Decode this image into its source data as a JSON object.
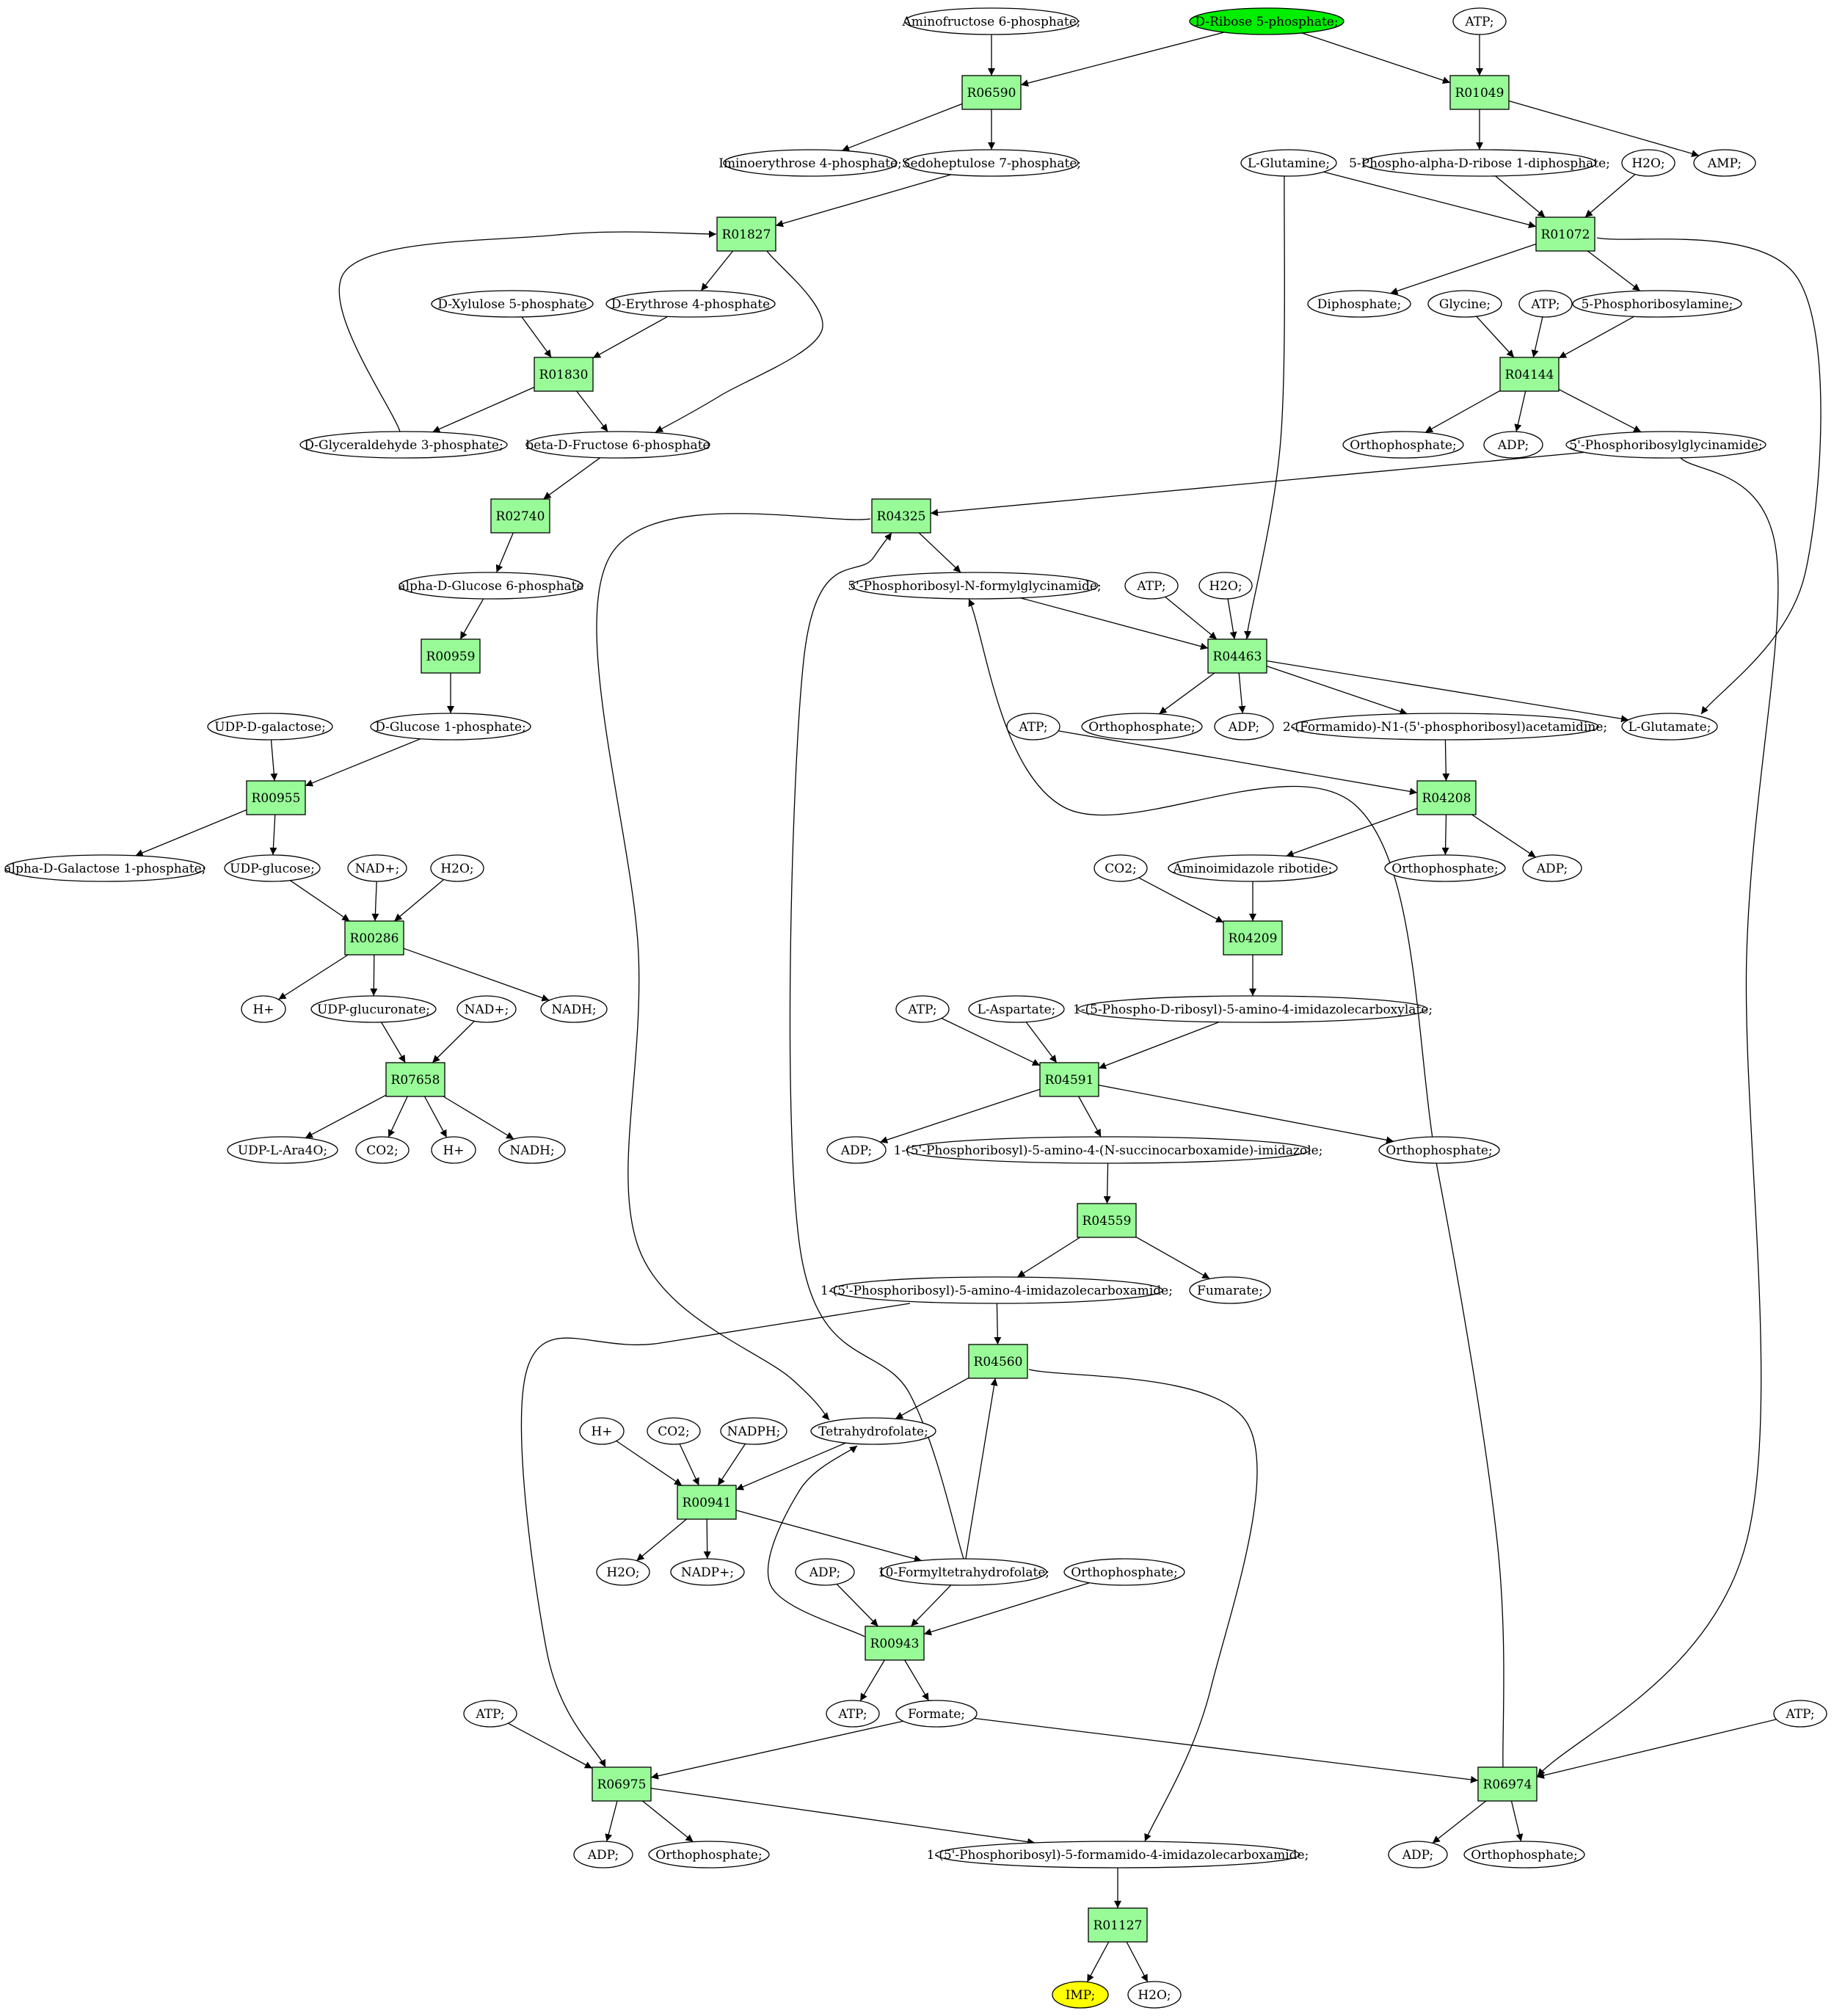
{
  "colors": {
    "reaction_fill": "#98fb98",
    "compound_fill": "#ffffff",
    "start_fill": "#00ee00",
    "end_fill": "#ffff00",
    "stroke": "#000000"
  },
  "nodes": [
    {
      "id": "c_amf6p",
      "label": "Aminofructose 6-phosphate;",
      "kind": "compound"
    },
    {
      "id": "c_r5p",
      "label": "D-Ribose 5-phosphate;",
      "kind": "start"
    },
    {
      "id": "c_atp_top",
      "label": "ATP;",
      "kind": "compound"
    },
    {
      "id": "r_R06590",
      "label": "R06590",
      "kind": "reaction"
    },
    {
      "id": "r_R01049",
      "label": "R01049",
      "kind": "reaction"
    },
    {
      "id": "c_ie4p",
      "label": "Iminoerythrose 4-phosphate;",
      "kind": "compound"
    },
    {
      "id": "c_s7p",
      "label": "Sedoheptulose 7-phosphate;",
      "kind": "compound"
    },
    {
      "id": "c_lgln",
      "label": "L-Glutamine;",
      "kind": "compound"
    },
    {
      "id": "c_prpp",
      "label": "5-Phospho-alpha-D-ribose 1-diphosphate;",
      "kind": "compound"
    },
    {
      "id": "c_h2o_1072",
      "label": "H2O;",
      "kind": "compound"
    },
    {
      "id": "c_amp",
      "label": "AMP;",
      "kind": "compound"
    },
    {
      "id": "r_R01827",
      "label": "R01827",
      "kind": "reaction"
    },
    {
      "id": "r_R01072",
      "label": "R01072",
      "kind": "reaction"
    },
    {
      "id": "c_x5p",
      "label": "D-Xylulose 5-phosphate",
      "kind": "compound"
    },
    {
      "id": "c_e4p",
      "label": "D-Erythrose 4-phosphate",
      "kind": "compound"
    },
    {
      "id": "c_diphos",
      "label": "Diphosphate;",
      "kind": "compound"
    },
    {
      "id": "c_gly",
      "label": "Glycine;",
      "kind": "compound"
    },
    {
      "id": "c_atp_4144",
      "label": "ATP;",
      "kind": "compound"
    },
    {
      "id": "c_pra",
      "label": "5-Phosphoribosylamine;",
      "kind": "compound"
    },
    {
      "id": "r_R01830",
      "label": "R01830",
      "kind": "reaction"
    },
    {
      "id": "r_R04144",
      "label": "R04144",
      "kind": "reaction"
    },
    {
      "id": "c_g3p",
      "label": "D-Glyceraldehyde 3-phosphate;",
      "kind": "compound"
    },
    {
      "id": "c_f6p",
      "label": "beta-D-Fructose 6-phosphate",
      "kind": "compound"
    },
    {
      "id": "c_pi_4144",
      "label": "Orthophosphate;",
      "kind": "compound"
    },
    {
      "id": "c_adp_4144",
      "label": "ADP;",
      "kind": "compound"
    },
    {
      "id": "c_gar",
      "label": "5'-Phosphoribosylglycinamide;",
      "kind": "compound"
    },
    {
      "id": "r_R02740",
      "label": "R02740",
      "kind": "reaction"
    },
    {
      "id": "r_R04325",
      "label": "R04325",
      "kind": "reaction"
    },
    {
      "id": "c_g6p",
      "label": "alpha-D-Glucose 6-phosphate",
      "kind": "compound"
    },
    {
      "id": "c_fgar",
      "label": "5'-Phosphoribosyl-N-formylglycinamide;",
      "kind": "compound"
    },
    {
      "id": "c_atp_4463",
      "label": "ATP;",
      "kind": "compound"
    },
    {
      "id": "c_h2o_4463",
      "label": "H2O;",
      "kind": "compound"
    },
    {
      "id": "r_R00959",
      "label": "R00959",
      "kind": "reaction"
    },
    {
      "id": "r_R04463",
      "label": "R04463",
      "kind": "reaction"
    },
    {
      "id": "c_udpgal",
      "label": "UDP-D-galactose;",
      "kind": "compound"
    },
    {
      "id": "c_g1p",
      "label": "D-Glucose 1-phosphate;",
      "kind": "compound"
    },
    {
      "id": "c_pi_4463",
      "label": "Orthophosphate;",
      "kind": "compound"
    },
    {
      "id": "c_adp_4463",
      "label": "ADP;",
      "kind": "compound"
    },
    {
      "id": "c_fgam",
      "label": "2-(Formamido)-N1-(5'-phosphoribosyl)acetamidine;",
      "kind": "compound"
    },
    {
      "id": "c_lglu",
      "label": "L-Glutamate;",
      "kind": "compound"
    },
    {
      "id": "c_atp_4208",
      "label": "ATP;",
      "kind": "compound"
    },
    {
      "id": "r_R00955",
      "label": "R00955",
      "kind": "reaction"
    },
    {
      "id": "r_R04208",
      "label": "R04208",
      "kind": "reaction"
    },
    {
      "id": "c_gal1p",
      "label": "alpha-D-Galactose 1-phosphate;",
      "kind": "compound"
    },
    {
      "id": "c_udpglc",
      "label": "UDP-glucose;",
      "kind": "compound"
    },
    {
      "id": "c_nad_286",
      "label": "NAD+;",
      "kind": "compound"
    },
    {
      "id": "c_h2o_286",
      "label": "H2O;",
      "kind": "compound"
    },
    {
      "id": "c_co2_4209",
      "label": "CO2;",
      "kind": "compound"
    },
    {
      "id": "c_air",
      "label": "Aminoimidazole ribotide;",
      "kind": "compound"
    },
    {
      "id": "c_pi_4208",
      "label": "Orthophosphate;",
      "kind": "compound"
    },
    {
      "id": "c_adp_4208",
      "label": "ADP;",
      "kind": "compound"
    },
    {
      "id": "r_R00286",
      "label": "R00286",
      "kind": "reaction"
    },
    {
      "id": "r_R04209",
      "label": "R04209",
      "kind": "reaction"
    },
    {
      "id": "c_h_286",
      "label": "H+",
      "kind": "compound"
    },
    {
      "id": "c_udpgla",
      "label": "UDP-glucuronate;",
      "kind": "compound"
    },
    {
      "id": "c_nad_7658",
      "label": "NAD+;",
      "kind": "compound"
    },
    {
      "id": "c_nadh_286",
      "label": "NADH;",
      "kind": "compound"
    },
    {
      "id": "c_atp_4591",
      "label": "ATP;",
      "kind": "compound"
    },
    {
      "id": "c_asp",
      "label": "L-Aspartate;",
      "kind": "compound"
    },
    {
      "id": "c_cair",
      "label": "1-(5-Phospho-D-ribosyl)-5-amino-4-imidazolecarboxylate;",
      "kind": "compound"
    },
    {
      "id": "r_R07658",
      "label": "R07658",
      "kind": "reaction"
    },
    {
      "id": "r_R04591",
      "label": "R04591",
      "kind": "reaction"
    },
    {
      "id": "c_udpara",
      "label": "UDP-L-Ara4O;",
      "kind": "compound"
    },
    {
      "id": "c_co2_7658",
      "label": "CO2;",
      "kind": "compound"
    },
    {
      "id": "c_h_7658",
      "label": "H+",
      "kind": "compound"
    },
    {
      "id": "c_nadh_7658",
      "label": "NADH;",
      "kind": "compound"
    },
    {
      "id": "c_adp_4591",
      "label": "ADP;",
      "kind": "compound"
    },
    {
      "id": "c_saicar",
      "label": "1-(5'-Phosphoribosyl)-5-amino-4-(N-succinocarboxamide)-imidazole;",
      "kind": "compound"
    },
    {
      "id": "c_pi_4591",
      "label": "Orthophosphate;",
      "kind": "compound"
    },
    {
      "id": "r_R04559",
      "label": "R04559",
      "kind": "reaction"
    },
    {
      "id": "c_aicar",
      "label": "1-(5'-Phosphoribosyl)-5-amino-4-imidazolecarboxamide;",
      "kind": "compound"
    },
    {
      "id": "c_fum",
      "label": "Fumarate;",
      "kind": "compound"
    },
    {
      "id": "r_R04560",
      "label": "R04560",
      "kind": "reaction"
    },
    {
      "id": "c_h_941",
      "label": "H+",
      "kind": "compound"
    },
    {
      "id": "c_co2_941",
      "label": "CO2;",
      "kind": "compound"
    },
    {
      "id": "c_nadph",
      "label": "NADPH;",
      "kind": "compound"
    },
    {
      "id": "c_thf",
      "label": "Tetrahydrofolate;",
      "kind": "compound"
    },
    {
      "id": "r_R00941",
      "label": "R00941",
      "kind": "reaction"
    },
    {
      "id": "c_h2o_941",
      "label": "H2O;",
      "kind": "compound"
    },
    {
      "id": "c_nadp",
      "label": "NADP+;",
      "kind": "compound"
    },
    {
      "id": "c_adp_943",
      "label": "ADP;",
      "kind": "compound"
    },
    {
      "id": "c_10fthf",
      "label": "10-Formyltetrahydrofolate;",
      "kind": "compound"
    },
    {
      "id": "c_pi_943",
      "label": "Orthophosphate;",
      "kind": "compound"
    },
    {
      "id": "r_R00943",
      "label": "R00943",
      "kind": "reaction"
    },
    {
      "id": "c_atp_943",
      "label": "ATP;",
      "kind": "compound"
    },
    {
      "id": "c_formate",
      "label": "Formate;",
      "kind": "compound"
    },
    {
      "id": "c_atp_6975",
      "label": "ATP;",
      "kind": "compound"
    },
    {
      "id": "c_atp_6974",
      "label": "ATP;",
      "kind": "compound"
    },
    {
      "id": "r_R06975",
      "label": "R06975",
      "kind": "reaction"
    },
    {
      "id": "r_R06974",
      "label": "R06974",
      "kind": "reaction"
    },
    {
      "id": "c_adp_6975",
      "label": "ADP;",
      "kind": "compound"
    },
    {
      "id": "c_pi_6975",
      "label": "Orthophosphate;",
      "kind": "compound"
    },
    {
      "id": "c_faicar",
      "label": "1-(5'-Phosphoribosyl)-5-formamido-4-imidazolecarboxamide;",
      "kind": "compound"
    },
    {
      "id": "c_adp_6974",
      "label": "ADP;",
      "kind": "compound"
    },
    {
      "id": "c_pi_6974",
      "label": "Orthophosphate;",
      "kind": "compound"
    },
    {
      "id": "r_R01127",
      "label": "R01127",
      "kind": "reaction"
    },
    {
      "id": "c_imp",
      "label": "IMP;",
      "kind": "end"
    },
    {
      "id": "c_h2o_1127",
      "label": "H2O;",
      "kind": "compound"
    }
  ],
  "edges": [
    [
      "c_amf6p",
      "r_R06590"
    ],
    [
      "c_r5p",
      "r_R06590"
    ],
    [
      "r_R06590",
      "c_ie4p"
    ],
    [
      "r_R06590",
      "c_s7p"
    ],
    [
      "c_r5p",
      "r_R01049"
    ],
    [
      "c_atp_top",
      "r_R01049"
    ],
    [
      "r_R01049",
      "c_prpp"
    ],
    [
      "r_R01049",
      "c_amp"
    ],
    [
      "c_s7p",
      "r_R01827"
    ],
    [
      "r_R01827",
      "c_e4p"
    ],
    [
      "r_R01827",
      "c_f6p"
    ],
    [
      "c_g3p",
      "r_R01827"
    ],
    [
      "c_x5p",
      "r_R01830"
    ],
    [
      "c_e4p",
      "r_R01830"
    ],
    [
      "r_R01830",
      "c_g3p"
    ],
    [
      "r_R01830",
      "c_f6p"
    ],
    [
      "c_prpp",
      "r_R01072"
    ],
    [
      "c_lgln",
      "r_R01072"
    ],
    [
      "c_h2o_1072",
      "r_R01072"
    ],
    [
      "r_R01072",
      "c_diphos"
    ],
    [
      "r_R01072",
      "c_pra"
    ],
    [
      "r_R01072",
      "c_lglu"
    ],
    [
      "c_gly",
      "r_R04144"
    ],
    [
      "c_atp_4144",
      "r_R04144"
    ],
    [
      "c_pra",
      "r_R04144"
    ],
    [
      "r_R04144",
      "c_pi_4144"
    ],
    [
      "r_R04144",
      "c_adp_4144"
    ],
    [
      "r_R04144",
      "c_gar"
    ],
    [
      "c_f6p",
      "r_R02740"
    ],
    [
      "r_R02740",
      "c_g6p"
    ],
    [
      "c_g6p",
      "r_R00959"
    ],
    [
      "r_R00959",
      "c_g1p"
    ],
    [
      "c_gar",
      "r_R04325"
    ],
    [
      "r_R04325",
      "c_fgar"
    ],
    [
      "r_R04325",
      "c_thf"
    ],
    [
      "c_10fthf",
      "r_R04325"
    ],
    [
      "c_fgar",
      "r_R04463"
    ],
    [
      "c_atp_4463",
      "r_R04463"
    ],
    [
      "c_h2o_4463",
      "r_R04463"
    ],
    [
      "c_lgln",
      "r_R04463"
    ],
    [
      "r_R04463",
      "c_pi_4463"
    ],
    [
      "r_R04463",
      "c_adp_4463"
    ],
    [
      "r_R04463",
      "c_fgam"
    ],
    [
      "r_R04463",
      "c_lglu"
    ],
    [
      "c_udpgal",
      "r_R00955"
    ],
    [
      "c_g1p",
      "r_R00955"
    ],
    [
      "r_R00955",
      "c_gal1p"
    ],
    [
      "r_R00955",
      "c_udpglc"
    ],
    [
      "c_fgam",
      "r_R04208"
    ],
    [
      "c_atp_4208",
      "r_R04208"
    ],
    [
      "r_R04208",
      "c_air"
    ],
    [
      "r_R04208",
      "c_pi_4208"
    ],
    [
      "r_R04208",
      "c_adp_4208"
    ],
    [
      "c_udpglc",
      "r_R00286"
    ],
    [
      "c_nad_286",
      "r_R00286"
    ],
    [
      "c_h2o_286",
      "r_R00286"
    ],
    [
      "r_R00286",
      "c_h_286"
    ],
    [
      "r_R00286",
      "c_udpgla"
    ],
    [
      "r_R00286",
      "c_nadh_286"
    ],
    [
      "c_co2_4209",
      "r_R04209"
    ],
    [
      "c_air",
      "r_R04209"
    ],
    [
      "r_R04209",
      "c_cair"
    ],
    [
      "c_udpgla",
      "r_R07658"
    ],
    [
      "c_nad_7658",
      "r_R07658"
    ],
    [
      "r_R07658",
      "c_udpara"
    ],
    [
      "r_R07658",
      "c_co2_7658"
    ],
    [
      "r_R07658",
      "c_h_7658"
    ],
    [
      "r_R07658",
      "c_nadh_7658"
    ],
    [
      "c_atp_4591",
      "r_R04591"
    ],
    [
      "c_asp",
      "r_R04591"
    ],
    [
      "c_cair",
      "r_R04591"
    ],
    [
      "r_R04591",
      "c_adp_4591"
    ],
    [
      "r_R04591",
      "c_saicar"
    ],
    [
      "r_R04591",
      "c_pi_4591"
    ],
    [
      "c_saicar",
      "r_R04559"
    ],
    [
      "r_R04559",
      "c_aicar"
    ],
    [
      "r_R04559",
      "c_fum"
    ],
    [
      "c_aicar",
      "r_R04560"
    ],
    [
      "c_10fthf",
      "r_R04560"
    ],
    [
      "r_R04560",
      "c_thf"
    ],
    [
      "r_R04560",
      "c_faicar"
    ],
    [
      "c_h_941",
      "r_R00941"
    ],
    [
      "c_co2_941",
      "r_R00941"
    ],
    [
      "c_nadph",
      "r_R00941"
    ],
    [
      "c_thf",
      "r_R00941"
    ],
    [
      "r_R00941",
      "c_h2o_941"
    ],
    [
      "r_R00941",
      "c_nadp"
    ],
    [
      "r_R00941",
      "c_10fthf"
    ],
    [
      "c_adp_943",
      "r_R00943"
    ],
    [
      "c_10fthf",
      "r_R00943"
    ],
    [
      "c_pi_943",
      "r_R00943"
    ],
    [
      "r_R00943",
      "c_thf"
    ],
    [
      "r_R00943",
      "c_atp_943"
    ],
    [
      "r_R00943",
      "c_formate"
    ],
    [
      "c_atp_6975",
      "r_R06975"
    ],
    [
      "c_formate",
      "r_R06975"
    ],
    [
      "c_aicar",
      "r_R06975"
    ],
    [
      "r_R06975",
      "c_adp_6975"
    ],
    [
      "r_R06975",
      "c_pi_6975"
    ],
    [
      "r_R06975",
      "c_faicar"
    ],
    [
      "c_formate",
      "r_R06974"
    ],
    [
      "c_atp_6974",
      "r_R06974"
    ],
    [
      "c_gar",
      "r_R06974"
    ],
    [
      "r_R06974",
      "c_adp_6974"
    ],
    [
      "r_R06974",
      "c_pi_6974"
    ],
    [
      "r_R06974",
      "c_fgar"
    ],
    [
      "c_faicar",
      "r_R01127"
    ],
    [
      "r_R01127",
      "c_imp"
    ],
    [
      "r_R01127",
      "c_h2o_1127"
    ]
  ]
}
